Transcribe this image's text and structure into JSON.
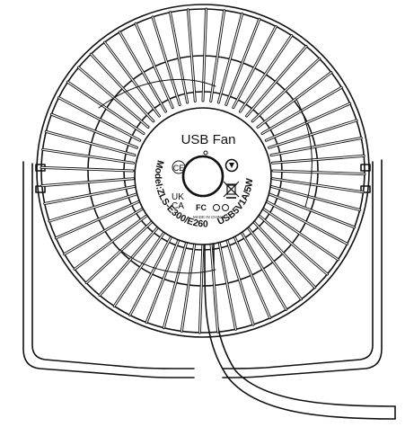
{
  "label": {
    "title": "USB Fan",
    "model": "Model:ZLS-E300/E260",
    "rating": "USB5V1A/5W",
    "ce_mark": "CE",
    "ukca_mark_top": "UK",
    "ukca_mark_bottom": "CA",
    "fcc_mark": "FC",
    "made_in": "MADE IN CHINA"
  },
  "icons": {
    "grille": "fan-grille",
    "hub": "fan-hub-button",
    "stand": "fan-stand",
    "cable": "usb-cable",
    "recycle": "recycle-icon",
    "weee": "crossed-bin-icon",
    "indicator": "indicator-dot-icon"
  }
}
